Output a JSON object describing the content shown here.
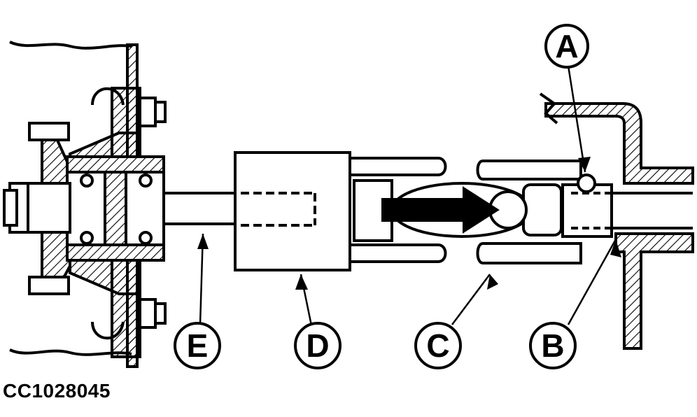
{
  "figure": {
    "id_label": "CC1028045",
    "colors": {
      "ink": "#000000",
      "paper": "#ffffff"
    }
  },
  "callouts": {
    "a": "A",
    "b": "B",
    "c": "C",
    "d": "D",
    "e": "E"
  }
}
